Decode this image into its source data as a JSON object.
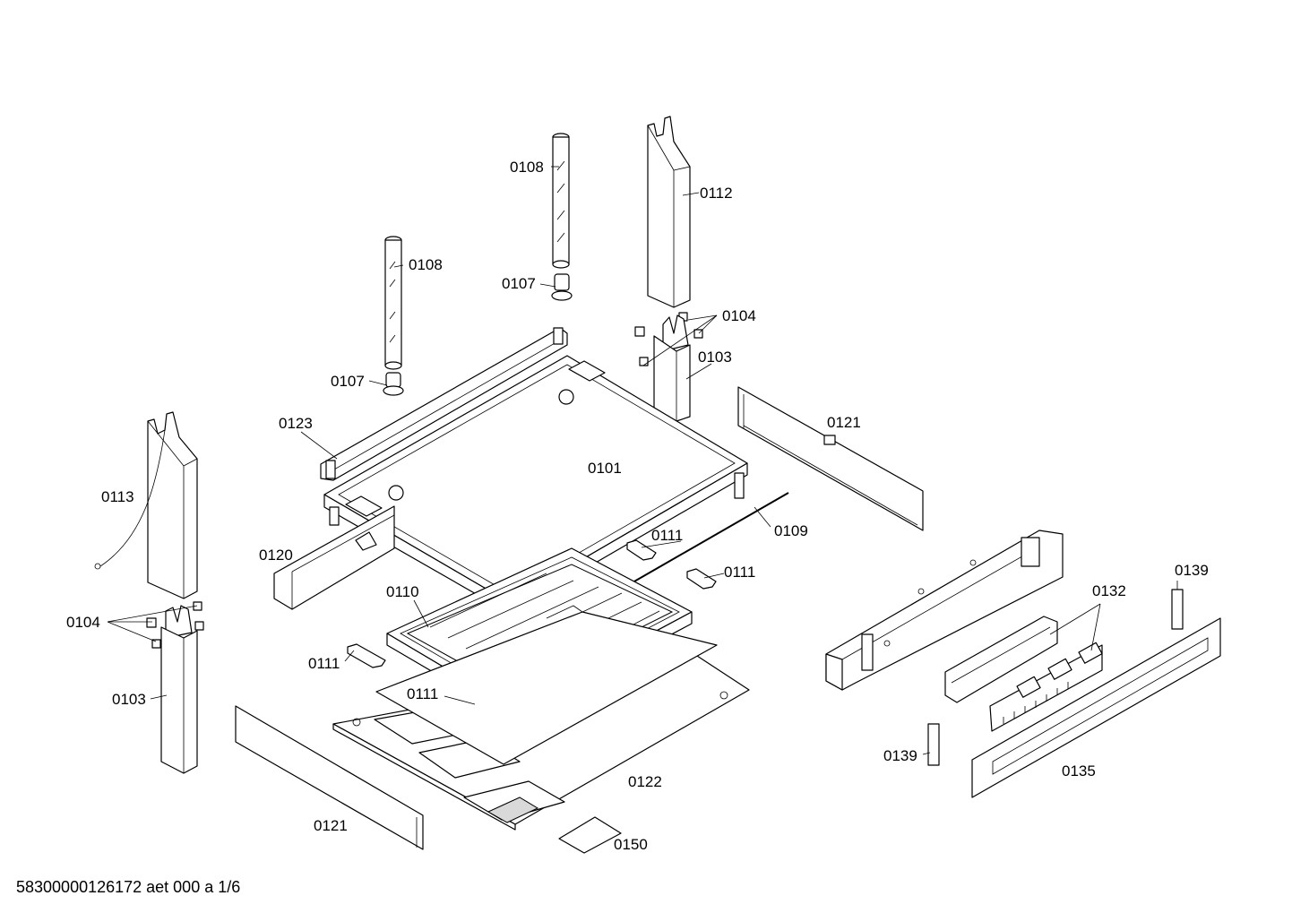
{
  "labels": {
    "l0101": "0101",
    "l0103a": "0103",
    "l0103b": "0103",
    "l0104a": "0104",
    "l0104b": "0104",
    "l0107a": "0107",
    "l0107b": "0107",
    "l0108a": "0108",
    "l0108b": "0108",
    "l0109": "0109",
    "l0110": "0110",
    "l0111a": "0111",
    "l0111b": "0111",
    "l0111c": "0111",
    "l0111d": "0111",
    "l0112": "0112",
    "l0113": "0113",
    "l0120": "0120",
    "l0121a": "0121",
    "l0121b": "0121",
    "l0122": "0122",
    "l0123": "0123",
    "l0132": "0132",
    "l0135": "0135",
    "l0139a": "0139",
    "l0139b": "0139",
    "l0150": "0150"
  },
  "footer": "58300000126172 aet 000 a 1/6"
}
